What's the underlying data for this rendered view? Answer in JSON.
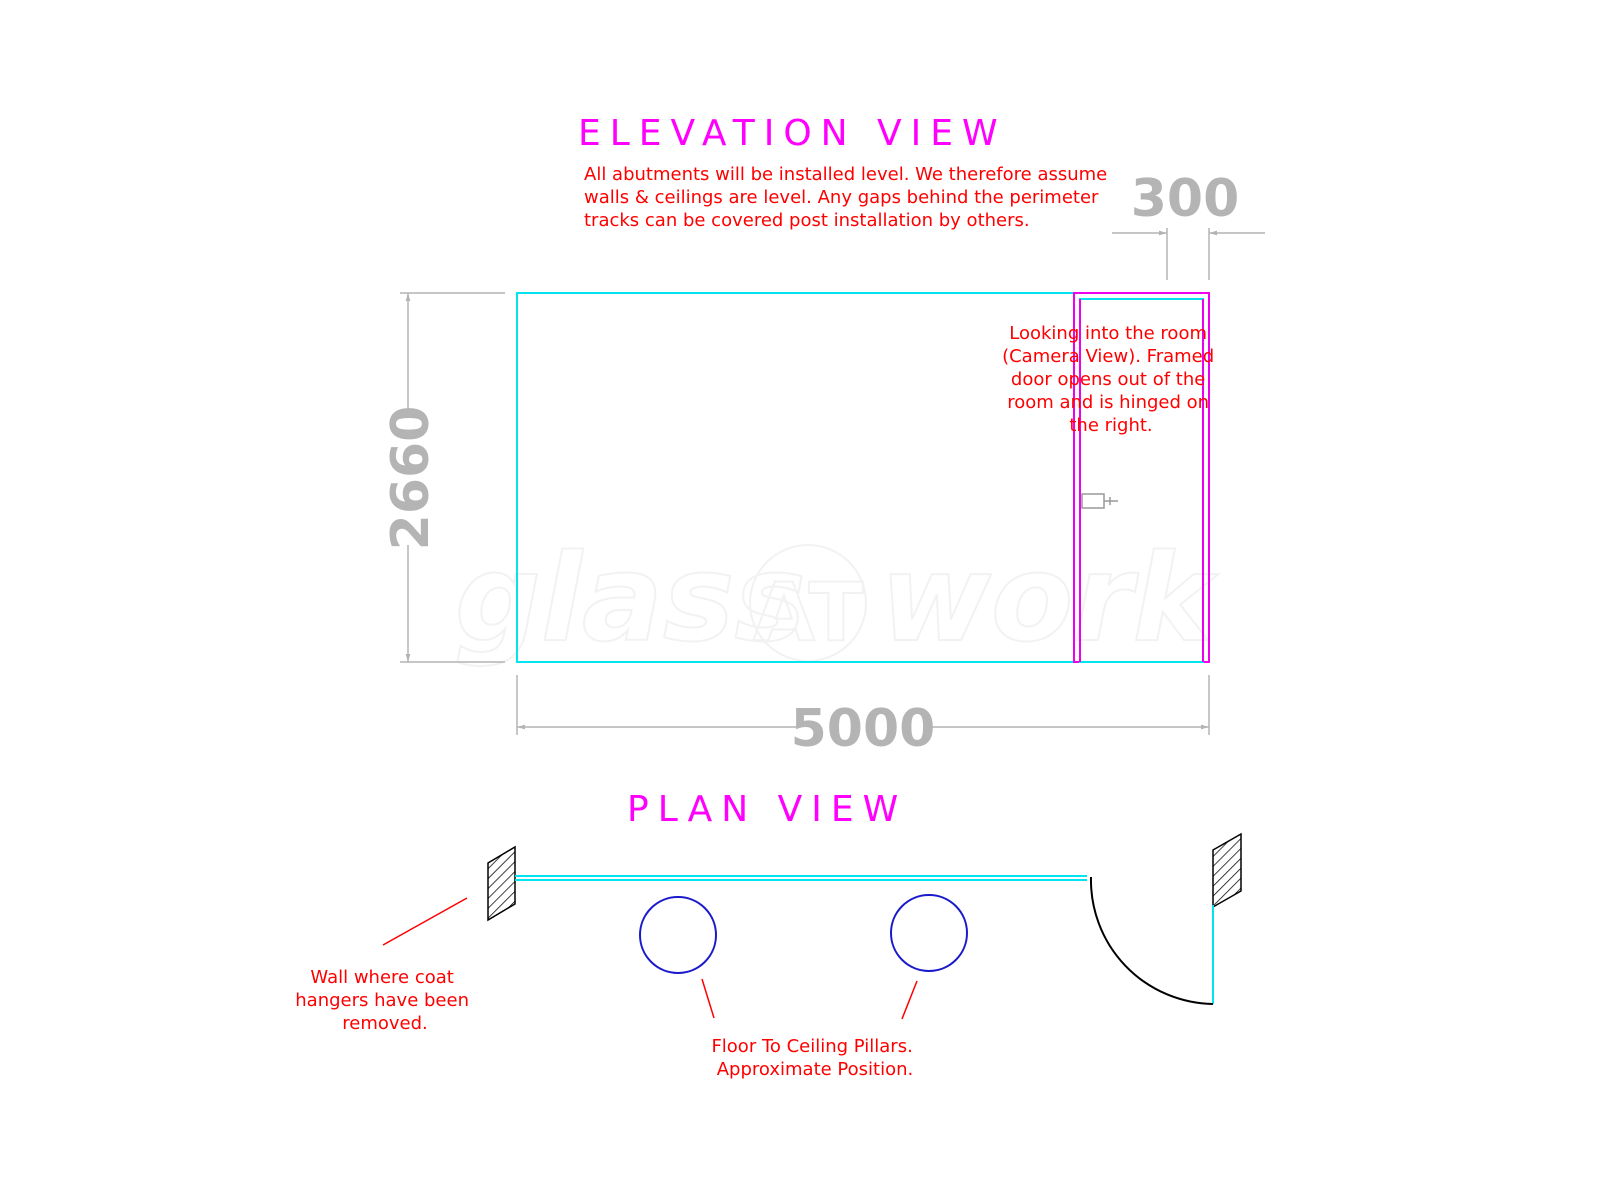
{
  "headings": {
    "elevation": "ELEVATION VIEW",
    "plan": "PLAN VIEW"
  },
  "notes": {
    "abutments": [
      "All abutments will be installed level. We therefore assume",
      "walls & ceilings are level. Any gaps behind the perimeter",
      "tracks can be covered post installation by others."
    ],
    "camera_view": [
      "Looking into the room",
      "(Camera View). Framed",
      "door opens out of the",
      "room and is hinged on",
      "the right."
    ],
    "wall": [
      "Wall where coat",
      "hangers have been",
      "removed."
    ],
    "pillars": [
      "Floor To Ceiling Pillars.",
      "Approximate Position."
    ]
  },
  "dimensions": {
    "height": "2660",
    "width": "5000",
    "door_width": "300"
  },
  "watermark": {
    "left": "glass",
    "badge": "AT",
    "right": "work"
  },
  "colors": {
    "heading": "#ff00ff",
    "note": "#ff0000",
    "dimension": "#b4b4b4",
    "glass_line": "#00e5f0",
    "door_frame": "#ee00ee",
    "pillar": "#1a1acc"
  }
}
